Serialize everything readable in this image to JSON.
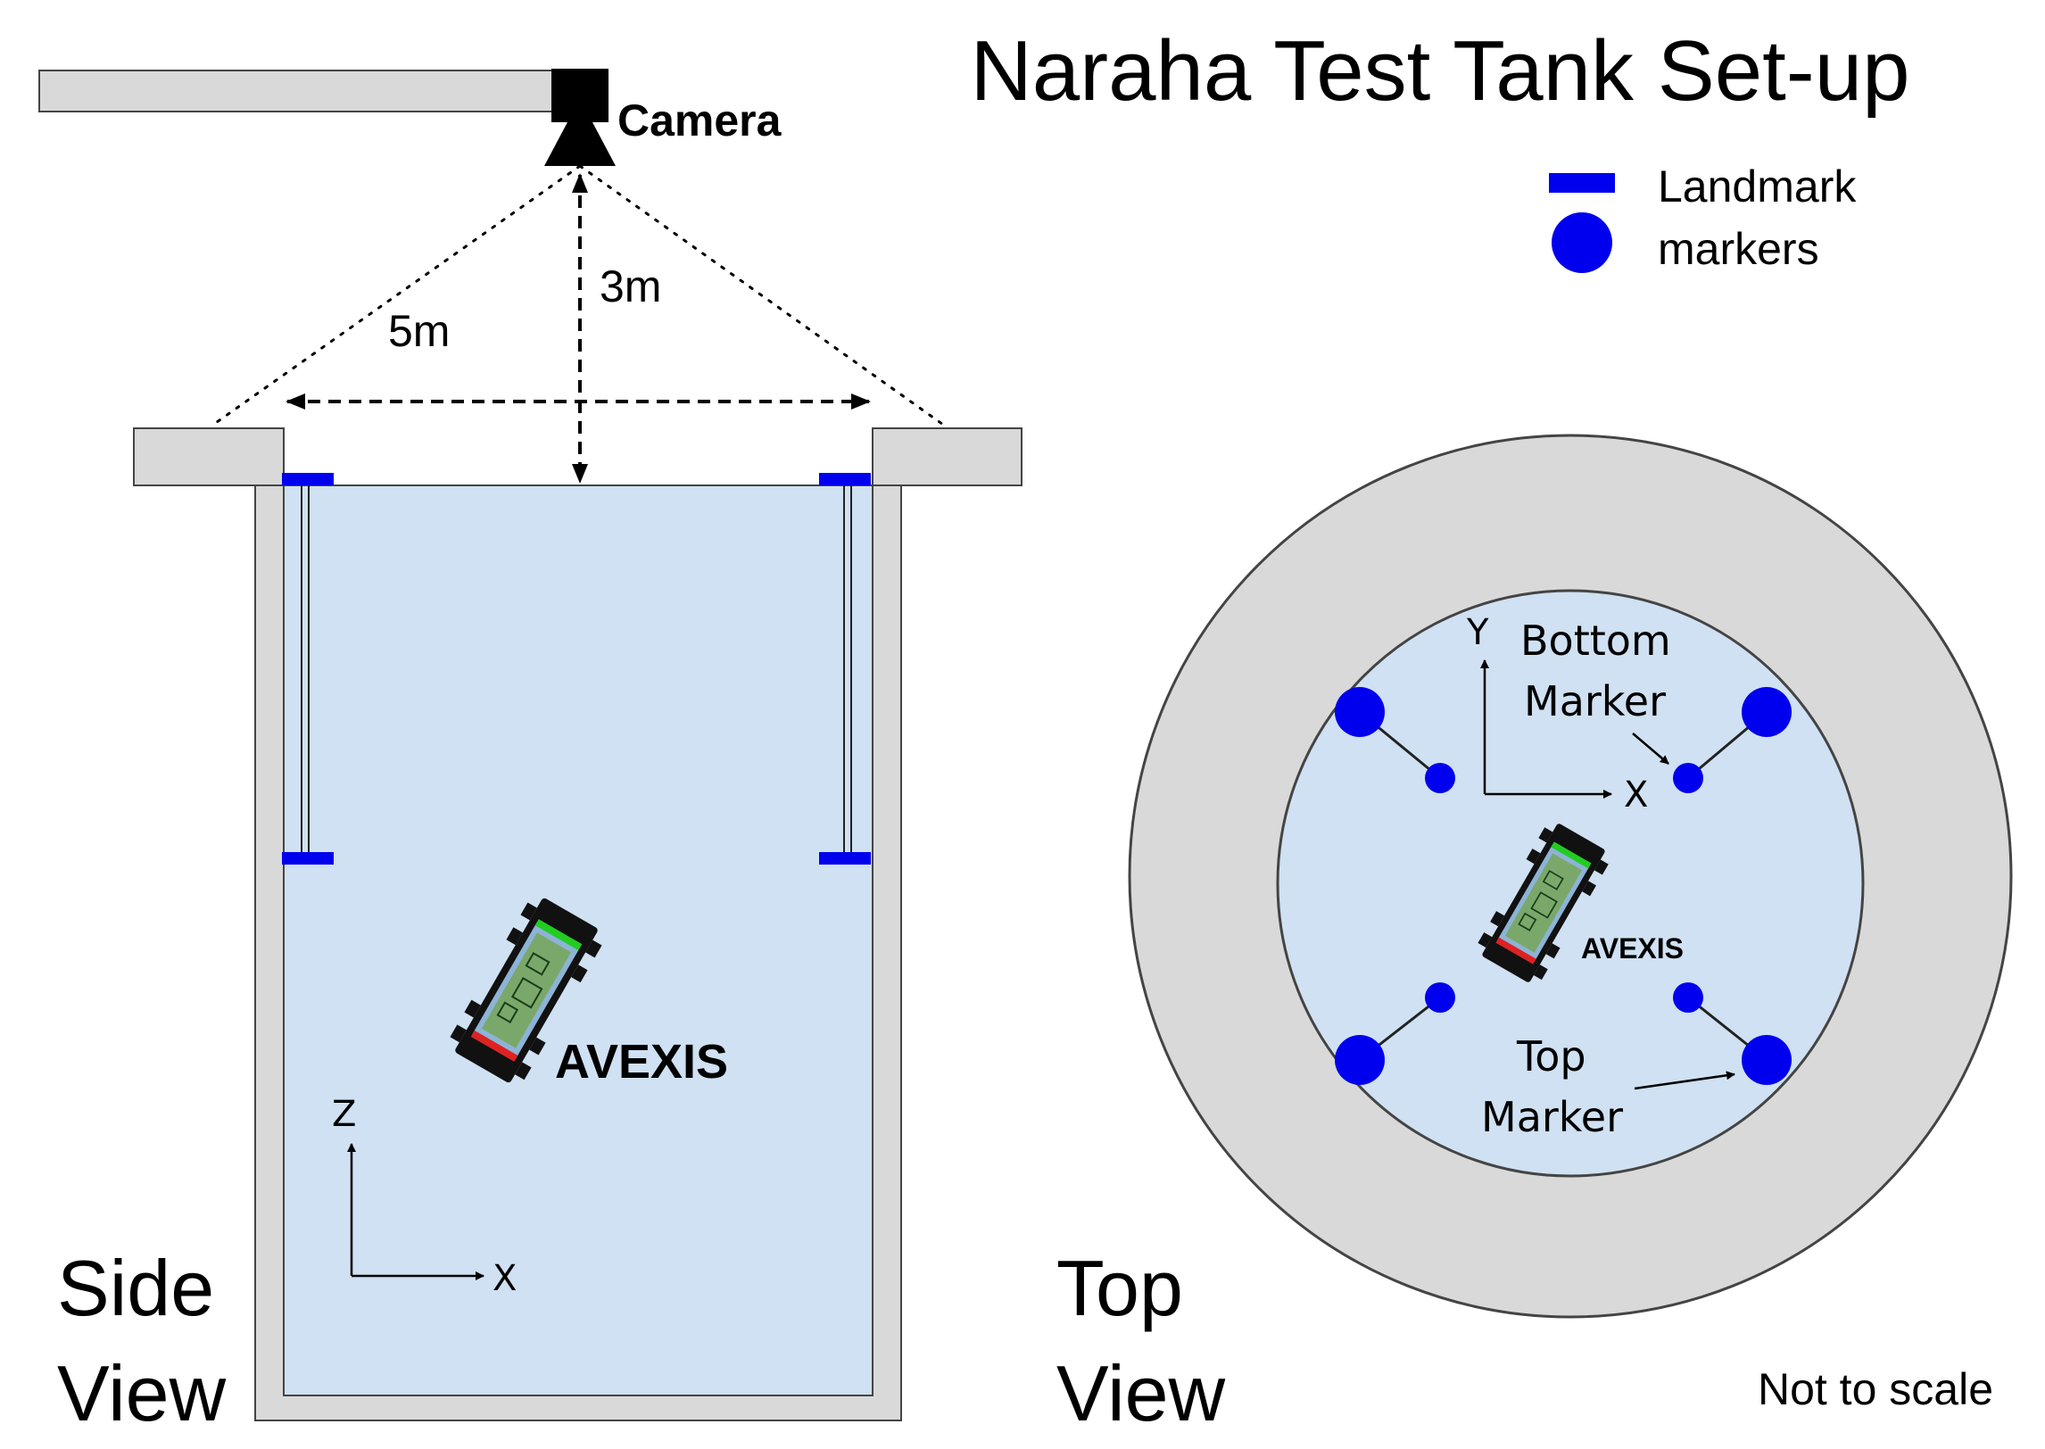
{
  "title": "Naraha Test Tank Set-up",
  "legend": {
    "line1": "Landmark",
    "line2": "markers"
  },
  "camera_label": "Camera",
  "dimensions": {
    "height": "3m",
    "width": "5m"
  },
  "side_view": {
    "label_line1": "Side",
    "label_line2": "View",
    "vehicle_label": "AVEXIS",
    "axis_z": "Z",
    "axis_x": "X"
  },
  "top_view": {
    "label_line1": "Top",
    "label_line2": "View",
    "vehicle_label": "AVEXIS",
    "axis_y": "Y",
    "axis_x": "X",
    "bottom_marker_line1": "Bottom",
    "bottom_marker_line2": "Marker",
    "top_marker_line1": "Top",
    "top_marker_line2": "Marker"
  },
  "note": "Not to scale",
  "colors": {
    "water": "#cfe1f2",
    "wall": "#d9d9d9",
    "marker": "#0000ee",
    "outline": "#333333"
  }
}
